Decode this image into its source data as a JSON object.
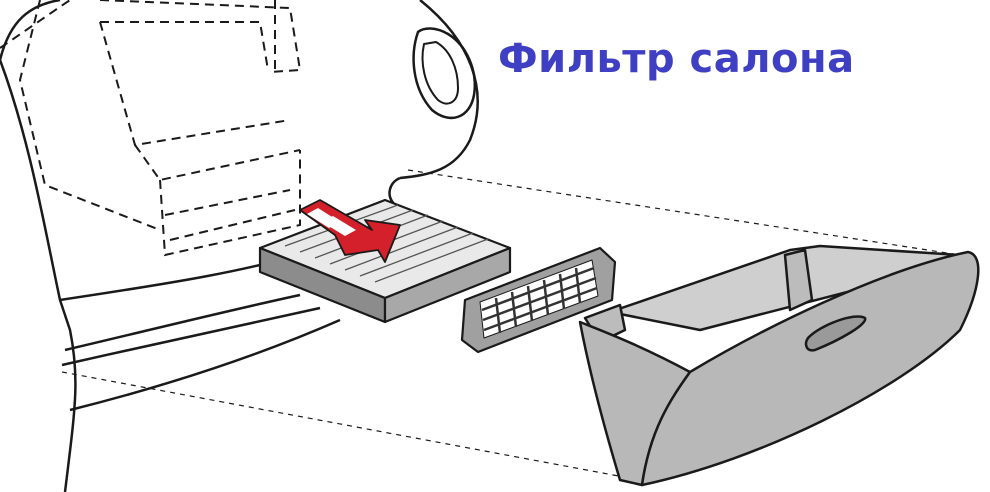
{
  "title": "Фильтр салона",
  "colors": {
    "title": "#3f3fc4",
    "arrow": "#d4202a",
    "outline": "#1a1a1a",
    "filter_frame": "#8c8c8c",
    "glovebox": "#b8b8b8",
    "grille": "#a0a0a0"
  },
  "icons": [
    "dashboard-outline",
    "cabin-filter",
    "insert-arrow",
    "filter-cover-grille",
    "glove-box"
  ]
}
